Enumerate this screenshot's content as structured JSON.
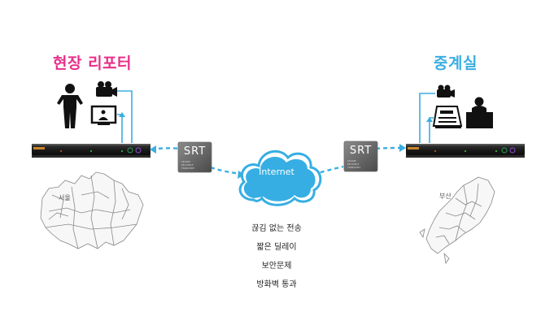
{
  "left_site": {
    "title": "현장 리포터",
    "color": "#e8308a",
    "region": "서울"
  },
  "right_site": {
    "title": "중계실",
    "color": "#3aaee0",
    "region": "부산"
  },
  "srt_badges": [
    {
      "label": "SRT",
      "lines": [
        "SECURE",
        "RELIABLE",
        "TRANSPORT"
      ]
    },
    {
      "label": "SRT",
      "lines": [
        "SECURE",
        "RELIABLE",
        "TRANSPORT"
      ]
    }
  ],
  "cloud": {
    "label": "Internet",
    "color": "#36aee3"
  },
  "link_color": "#3aaee0",
  "features": [
    "끊김 없는 전송",
    "짧은 딜레이",
    "보안문제",
    "방화벽 통과"
  ]
}
